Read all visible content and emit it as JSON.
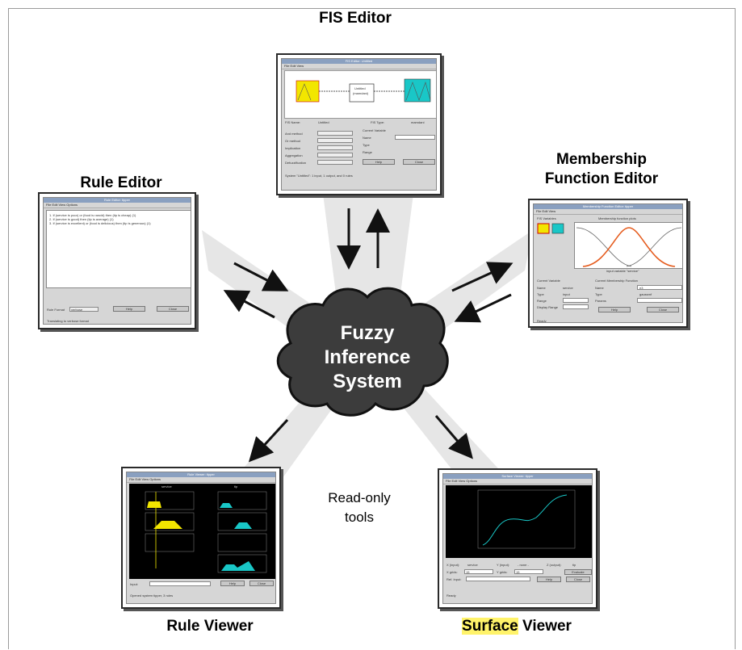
{
  "labels": {
    "fis_editor": "FIS Editor",
    "rule_editor": "Rule Editor",
    "mf_editor_line1": "Membership",
    "mf_editor_line2": "Function Editor",
    "rule_viewer": "Rule Viewer",
    "surface_viewer_part1": "Surface",
    "surface_viewer_part2": " Viewer",
    "center_line1": "Fuzzy",
    "center_line2": "Inference",
    "center_line3": "System",
    "read_only_line1": "Read-only",
    "read_only_line2": "tools"
  },
  "fis_window": {
    "title": "FIS Editor: Untitled",
    "menu": "File  Edit  View",
    "system_box_line1": "Untitled",
    "system_box_line2": "(mamdani)",
    "row_fis_name": "FIS Name:",
    "fis_name_value": "Untitled",
    "row_fis_type": "FIS Type:",
    "fis_type_value": "mamdani",
    "and_method": "And method",
    "or_method": "Or method",
    "implication": "Implication",
    "aggregation": "Aggregation",
    "defuzzification": "Defuzzification",
    "current_variable": "Current Variable",
    "name": "Name",
    "type": "Type",
    "range": "Range",
    "help": "Help",
    "close": "Close",
    "status": "System \"Untitled\": 1 input, 1 output, and 0 rules"
  },
  "rule_window": {
    "title": "Rule Editor: tipper",
    "menu": "File  Edit  View  Options",
    "rule1": "1. If (service is poor) or (food is rancid) then (tip is cheap) (1)",
    "rule2": "2. If (service is good) then (tip is average) (1)",
    "rule3": "3. If (service is excellent) or (food is delicious) then (tip is generous) (1)",
    "rule_format": "Rule Format",
    "verbose": "verbose",
    "help": "Help",
    "close": "Close",
    "status": "Translating to verbose format"
  },
  "mf_window": {
    "title": "Membership Function Editor: tipper",
    "menu": "File  Edit  View",
    "fis_variables": "FIS Variables",
    "mf_plots": "Membership function plots",
    "input_var": "input variable \"service\"",
    "current_variable": "Current Variable",
    "name": "Name",
    "name_value": "service",
    "type": "Type",
    "type_value": "input",
    "range": "Range",
    "display_range": "Display Range",
    "current_mf": "Current Membership Function",
    "mf_name_value": "e3",
    "mf_type_value": "gaussmf",
    "params": "Params",
    "help": "Help",
    "close": "Close",
    "status": "Ready"
  },
  "ruleviewer_window": {
    "title": "Rule Viewer: tipper",
    "menu": "File  Edit  View  Options",
    "col1": "service",
    "col2": "tip",
    "input_label": "Input:",
    "help": "Help",
    "close": "Close",
    "status": "Opened system tipper, 3 rules"
  },
  "surface_window": {
    "title": "Surface Viewer: tipper",
    "menu": "File  Edit  View  Options",
    "x_input": "X (input):",
    "x_value": "service",
    "y_input": "Y (input):",
    "y_value": "- none -",
    "z_output": "Z (output):",
    "z_value": "tip",
    "x_grids": "X grids:",
    "y_grids": "Y grids:",
    "grid_value": "15",
    "evaluate": "Evaluate",
    "ref_input": "Ref. Input:",
    "help": "Help",
    "close": "Close",
    "status": "Ready"
  },
  "colors": {
    "input_mf": "#f2e600",
    "output_mf": "#19c7c7",
    "center_fill": "#3c3c3c",
    "spokes": "#e6e6e6",
    "highlight": "#fff36a",
    "mf_curve": "#e55c1e"
  }
}
